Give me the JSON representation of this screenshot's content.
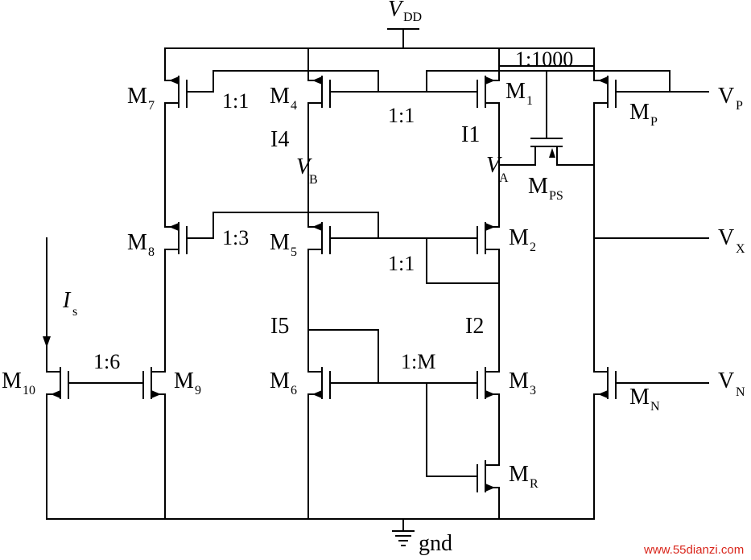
{
  "supply": {
    "main": "V",
    "sub": "DD"
  },
  "ground": "gnd",
  "transistors": {
    "m7": {
      "main": "M",
      "sub": "7"
    },
    "m4": {
      "main": "M",
      "sub": "4"
    },
    "m1": {
      "main": "M",
      "sub": "1"
    },
    "mp": {
      "main": "M",
      "sub": "P"
    },
    "m8": {
      "main": "M",
      "sub": "8"
    },
    "m5": {
      "main": "M",
      "sub": "5"
    },
    "m2": {
      "main": "M",
      "sub": "2"
    },
    "m10": {
      "main": "M",
      "sub": "10"
    },
    "m9": {
      "main": "M",
      "sub": "9"
    },
    "m6": {
      "main": "M",
      "sub": "6"
    },
    "m3": {
      "main": "M",
      "sub": "3"
    },
    "mn": {
      "main": "M",
      "sub": "N"
    },
    "mr": {
      "main": "M",
      "sub": "R"
    },
    "mps": {
      "main": "M",
      "sub": "PS"
    }
  },
  "ratios": {
    "m7_m4": "1:1",
    "m4_m1": "1:1",
    "m1_mp": "1:1000",
    "m8_m5": "1:3",
    "m5_m2": "1:1",
    "m10_m9": "1:6",
    "m6_m3": "1:M"
  },
  "currents": {
    "i4": "I4",
    "i1": "I1",
    "i5": "I5",
    "i2": "I2",
    "is_main": "I",
    "is_sub": "s"
  },
  "nodes": {
    "vb": {
      "main": "V",
      "sub": "B"
    },
    "va": {
      "main": "V",
      "sub": "A"
    },
    "vp": {
      "main": "V",
      "sub": "P"
    },
    "vx": {
      "main": "V",
      "sub": "X"
    },
    "vn": {
      "main": "V",
      "sub": "N"
    }
  },
  "watermark": "www.55dianzi.com"
}
